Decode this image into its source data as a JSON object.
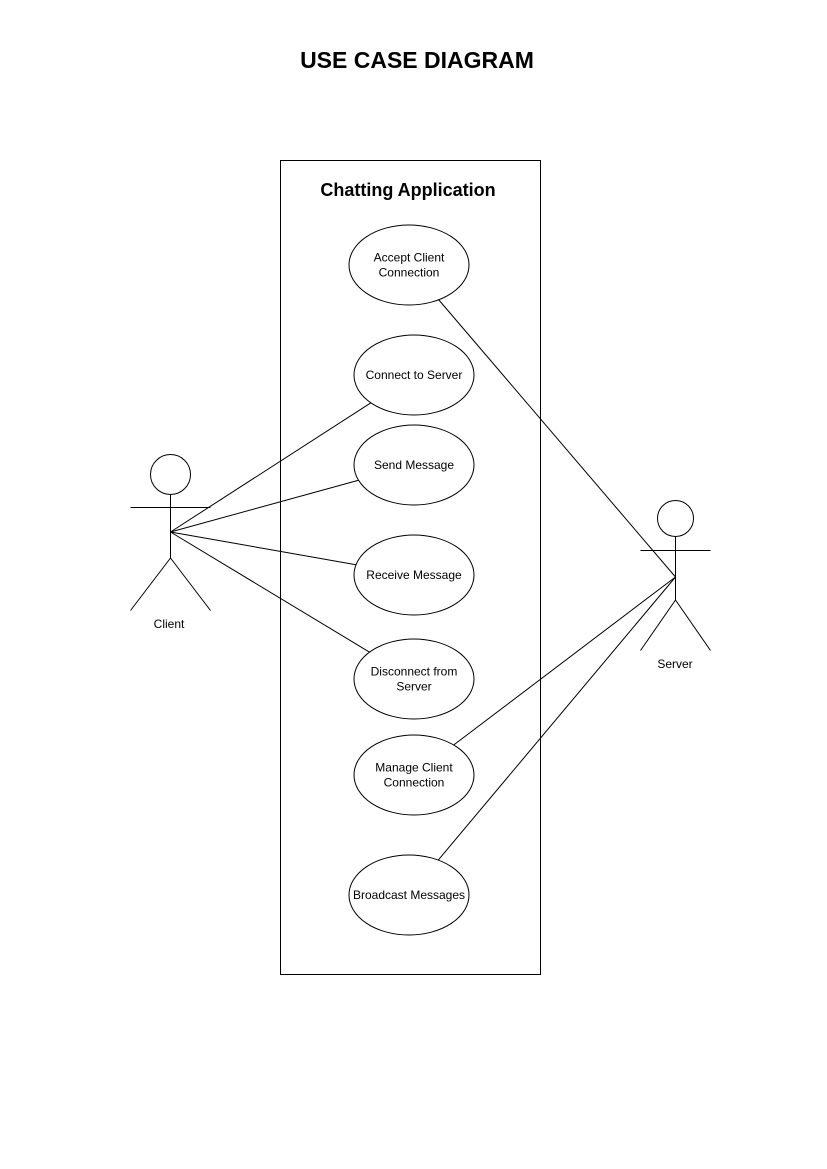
{
  "diagram": {
    "title": "USE CASE DIAGRAM",
    "system": {
      "name": "Chatting Application"
    },
    "actors": [
      {
        "id": "client",
        "label": "Client"
      },
      {
        "id": "server",
        "label": "Server"
      }
    ],
    "use_cases": [
      {
        "id": "accept",
        "lines": [
          "Accept Client",
          "Connection"
        ]
      },
      {
        "id": "connect",
        "lines": [
          "Connect to Server"
        ]
      },
      {
        "id": "send",
        "lines": [
          "Send Message"
        ]
      },
      {
        "id": "receive",
        "lines": [
          "Receive Message"
        ]
      },
      {
        "id": "disconnect",
        "lines": [
          "Disconnect from",
          "Server"
        ]
      },
      {
        "id": "manage",
        "lines": [
          "Manage Client",
          "Connection"
        ]
      },
      {
        "id": "broadcast",
        "lines": [
          "Broadcast Messages"
        ]
      }
    ],
    "associations": [
      {
        "actor": "client",
        "use_case": "connect"
      },
      {
        "actor": "client",
        "use_case": "send"
      },
      {
        "actor": "client",
        "use_case": "receive"
      },
      {
        "actor": "client",
        "use_case": "disconnect"
      },
      {
        "actor": "server",
        "use_case": "accept"
      },
      {
        "actor": "server",
        "use_case": "manage"
      },
      {
        "actor": "server",
        "use_case": "broadcast"
      }
    ]
  }
}
